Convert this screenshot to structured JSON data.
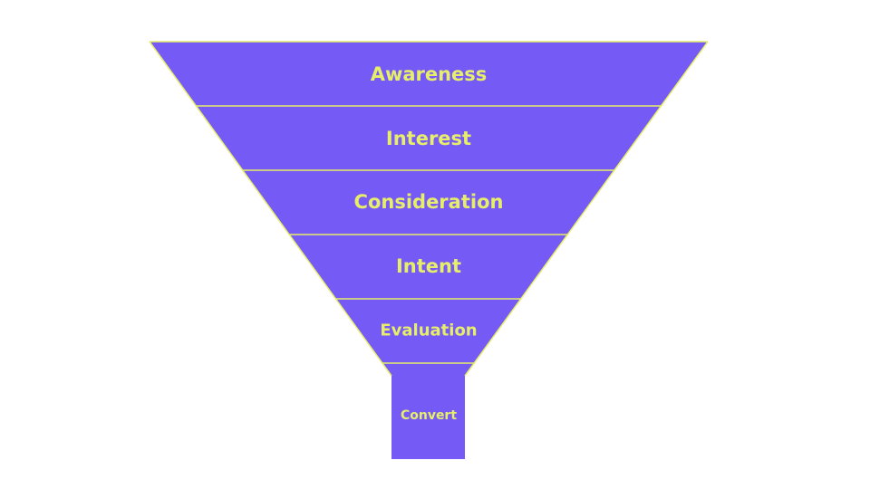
{
  "funnel": {
    "stages": [
      "Awareness",
      "Interest",
      "Consideration",
      "Intent",
      "Evaluation"
    ],
    "bottom": "Convert"
  },
  "colors": {
    "fill": "#765AF5",
    "accent": "#E6EE6A"
  }
}
